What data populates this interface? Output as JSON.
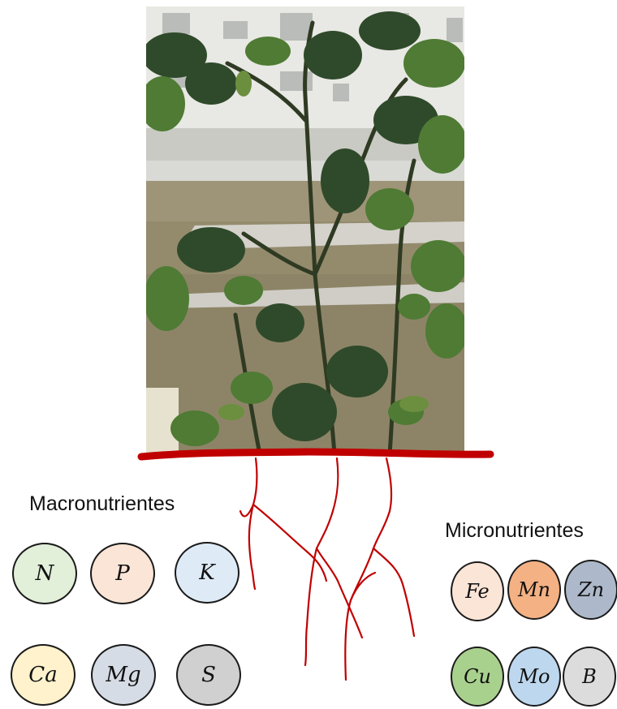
{
  "macronutrients": {
    "title": "Macronutrientes",
    "items": [
      {
        "symbol": "N",
        "color": "#e2efd9"
      },
      {
        "symbol": "P",
        "color": "#fbe5d6"
      },
      {
        "symbol": "K",
        "color": "#deebf7"
      },
      {
        "symbol": "Ca",
        "color": "#fff2cc"
      },
      {
        "symbol": "Mg",
        "color": "#d6dce5"
      },
      {
        "symbol": "S",
        "color": "#d0d0d0"
      }
    ]
  },
  "micronutrients": {
    "title": "Micronutrientes",
    "items": [
      {
        "symbol": "Fe",
        "color": "#fbe5d6"
      },
      {
        "symbol": "Mn",
        "color": "#f4b183"
      },
      {
        "symbol": "Zn",
        "color": "#adb9ca"
      },
      {
        "symbol": "Cu",
        "color": "#a9d18e"
      },
      {
        "symbol": "Mo",
        "color": "#bdd7ee"
      },
      {
        "symbol": "B",
        "color": "#dcdcdc"
      }
    ]
  },
  "soil_line_color": "#c00000",
  "root_color": "#c00000"
}
